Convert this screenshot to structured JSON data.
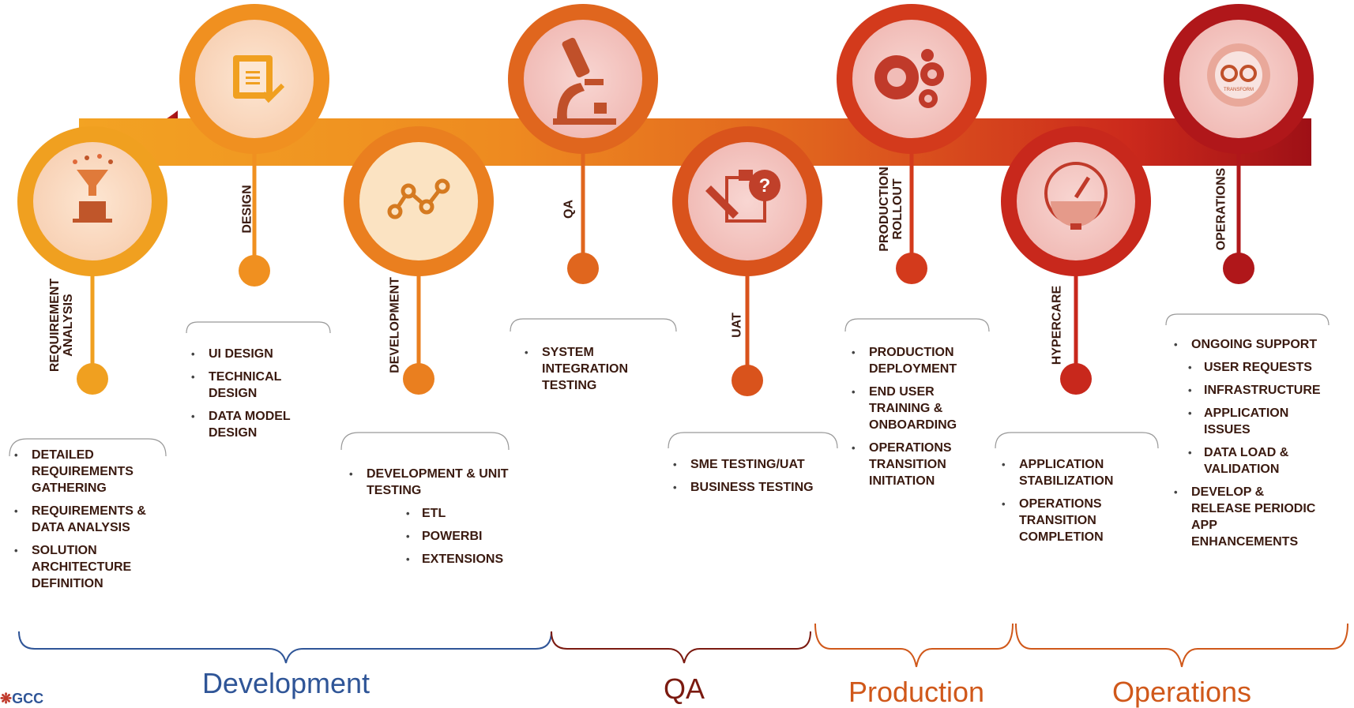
{
  "stages": [
    {
      "id": "requirement-analysis",
      "label": [
        "REQUIREMENT",
        "ANALYSIS"
      ],
      "icon": "funnel-laptop-icon",
      "color": "#f0a020"
    },
    {
      "id": "design",
      "label": [
        "DESIGN"
      ],
      "icon": "checklist-document-icon",
      "color": "#f09020"
    },
    {
      "id": "development",
      "label": [
        "DEVELOPMENT"
      ],
      "icon": "line-graph-nodes-icon",
      "color": "#ea7f1f"
    },
    {
      "id": "qa",
      "label": [
        "QA"
      ],
      "icon": "microscope-icon",
      "color": "#e0661e"
    },
    {
      "id": "uat",
      "label": [
        "UAT"
      ],
      "icon": "clipboard-question-icon",
      "color": "#d9531c"
    },
    {
      "id": "production-rollout",
      "label": [
        "PRODUCTION",
        "ROLLOUT"
      ],
      "icon": "gears-icon",
      "color": "#d33a1c"
    },
    {
      "id": "hypercare",
      "label": [
        "HYPERCARE"
      ],
      "icon": "gauge-icon",
      "color": "#c8281c"
    },
    {
      "id": "operations",
      "label": [
        "OPERATIONS"
      ],
      "icon": "transform-loop-icon",
      "color": "#b0171a"
    }
  ],
  "transform_text": "TRANSFORM",
  "details": {
    "requirement_analysis": [
      "DETAILED REQUIREMENTS GATHERING",
      "REQUIREMENTS & DATA ANALYSIS",
      "SOLUTION ARCHITECTURE DEFINITION"
    ],
    "design": [
      "UI DESIGN",
      "TECHNICAL DESIGN",
      "DATA MODEL DESIGN"
    ],
    "development": {
      "main": "DEVELOPMENT & UNIT TESTING",
      "subs": [
        "ETL",
        "POWERBI",
        "EXTENSIONS"
      ]
    },
    "qa": [
      "SYSTEM INTEGRATION TESTING"
    ],
    "uat": [
      "SME TESTING/UAT",
      "BUSINESS TESTING"
    ],
    "production_rollout": [
      "PRODUCTION DEPLOYMENT",
      "END USER TRAINING & ONBOARDING",
      "OPERATIONS TRANSITION INITIATION"
    ],
    "hypercare": [
      "APPLICATION STABILIZATION",
      "OPERATIONS TRANSITION COMPLETION"
    ],
    "operations": {
      "main": "ONGOING SUPPORT",
      "subs": [
        "USER REQUESTS",
        "INFRASTRUCTURE",
        "APPLICATION ISSUES",
        "DATA LOAD & VALIDATION"
      ],
      "last": "DEVELOP & RELEASE PERIODIC APP ENHANCEMENTS"
    }
  },
  "groups": [
    {
      "label": "Development",
      "color": "#2f5597"
    },
    {
      "label": "QA",
      "color": "#7b1a10"
    },
    {
      "label": "Production",
      "color": "#d0581a"
    },
    {
      "label": "Operations",
      "color": "#d0581a"
    }
  ],
  "logo_text": "GCC"
}
